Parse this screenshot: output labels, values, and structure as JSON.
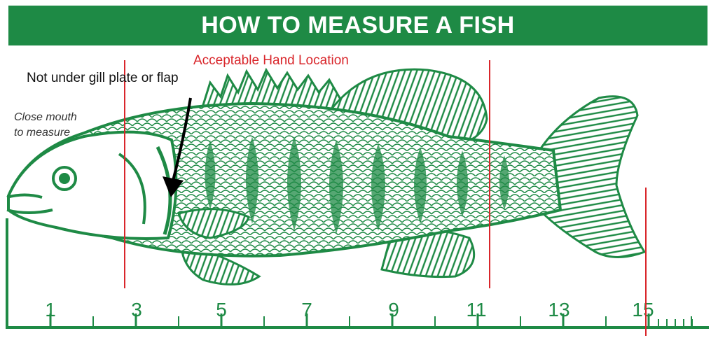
{
  "header": {
    "title": "HOW TO MEASURE A FISH"
  },
  "annotations": {
    "hand_location": "Acceptable Hand Location",
    "gill_note": "Not under gill plate or flap",
    "mouth_note_line1": "Close mouth",
    "mouth_note_line2": "to measure"
  },
  "ruler": {
    "numbers": [
      "1",
      "3",
      "5",
      "7",
      "9",
      "11",
      "13",
      "15"
    ]
  },
  "colors": {
    "fish_green": "#1e8a45",
    "marker_red": "#d9262b",
    "arrow_black": "#000000"
  }
}
